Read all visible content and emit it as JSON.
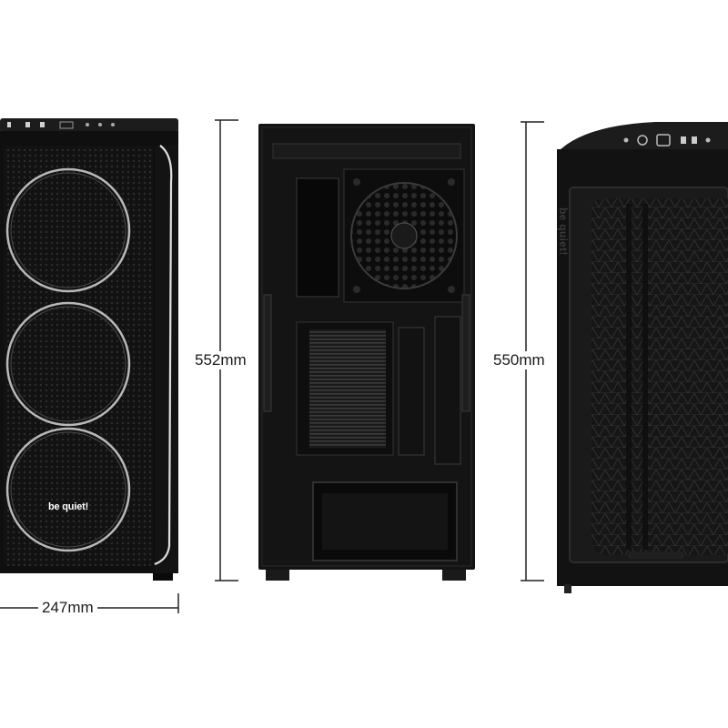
{
  "dimensions": {
    "width_label": "247mm",
    "height_rear_label": "552mm",
    "height_side_label": "550mm"
  },
  "logos": {
    "front_logo": "be quiet!",
    "side_logo": "be quiet!"
  },
  "colors": {
    "case_body": "#111111",
    "case_edge": "#2a2a2a",
    "ring": "#b8b8b8",
    "dimension_line": "#222222",
    "background": "#ffffff"
  }
}
